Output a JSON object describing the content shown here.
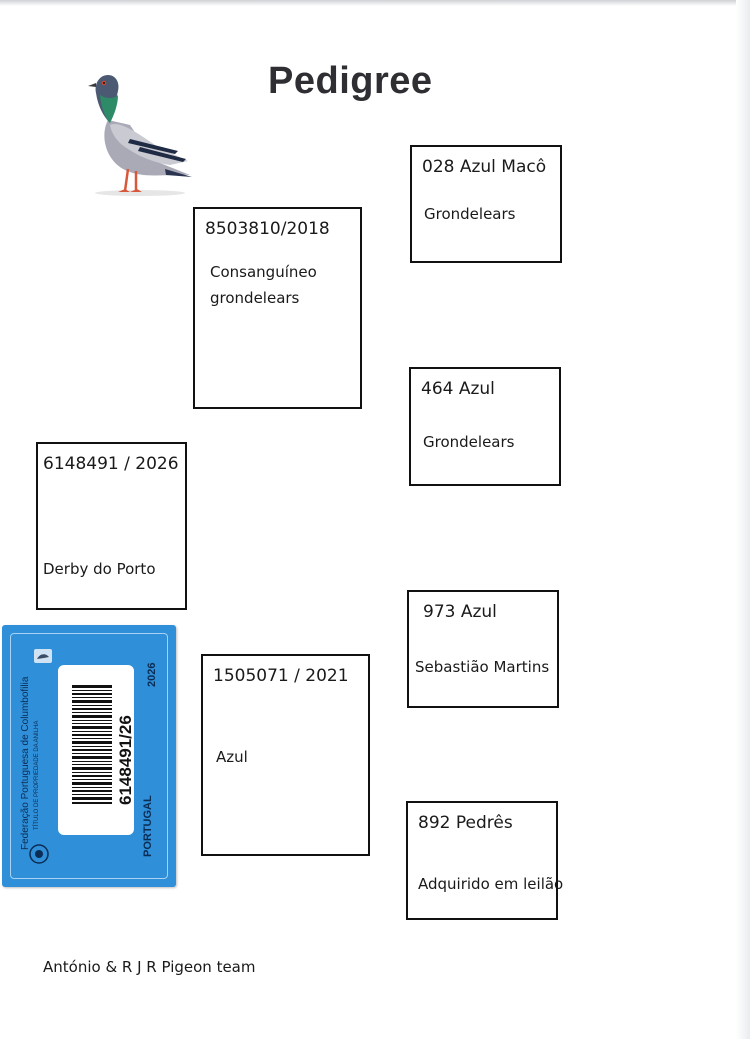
{
  "header": {
    "title": "Pedigree"
  },
  "pedigree": {
    "subject": {
      "ring": "6148491 / 2026",
      "note": "Derby do Porto"
    },
    "sire": {
      "ring": "8503810/2018",
      "note_line1": "Consanguíneo",
      "note_line2": "grondelears"
    },
    "dam": {
      "ring": "1505071 / 2021",
      "note": "Azul"
    },
    "sire_sire": {
      "ring": "028  Azul Macô",
      "note": "Grondelears"
    },
    "sire_dam": {
      "ring": "464   Azul",
      "note": "Grondelears"
    },
    "dam_sire": {
      "ring": "973     Azul",
      "note": "Sebastião Martins"
    },
    "dam_dam": {
      "ring": "892    Pedrês",
      "note": "Adquirido em leilão"
    }
  },
  "ring_card": {
    "federation": "Federação Portuguesa de Columbofilia",
    "subtitle": "TÍTULO DE PROPRIEDADE DA ANILHA",
    "ring_number": "6148491/26",
    "year": "2026",
    "country": "PORTUGAL",
    "card_color": "#2f8fd8"
  },
  "footer": {
    "owner": "António &   R  J  R  Pigeon  team"
  },
  "icons": {
    "logo": "pigeon-icon"
  }
}
